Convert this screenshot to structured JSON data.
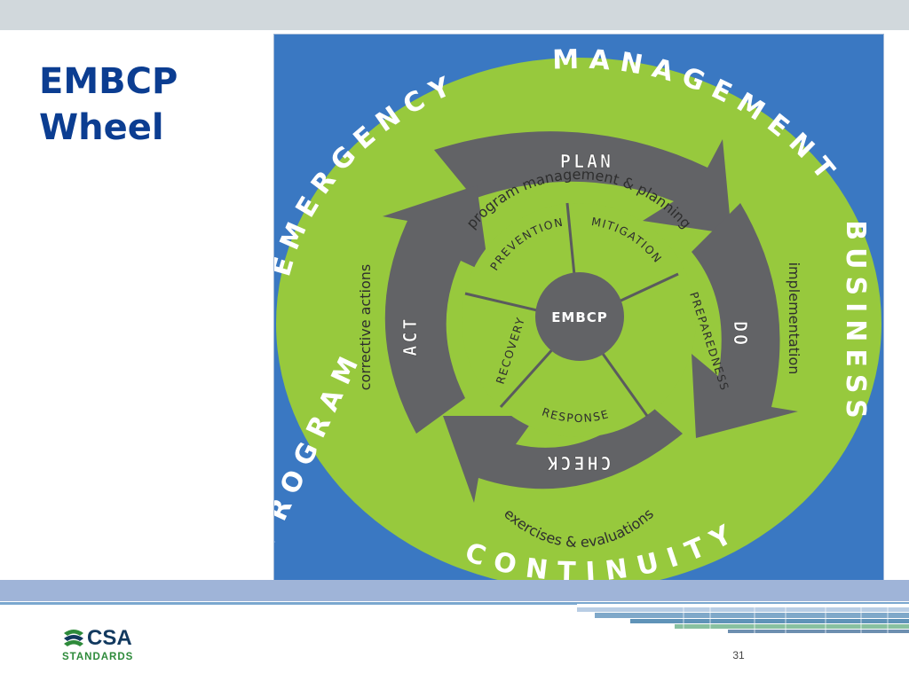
{
  "slide": {
    "title_line1": "EMBCP",
    "title_line2": "Wheel",
    "page_number": "31"
  },
  "logo": {
    "name": "CSA",
    "tagline": "STANDARDS",
    "icon": "csa-swoosh-icon"
  },
  "wheel": {
    "outer_ring": {
      "emergency": "EMERGENCY",
      "management": "MANAGEMENT",
      "business": "BUSINESS",
      "continuity": "CONTINUITY",
      "program": "PROGRAM"
    },
    "band_labels": {
      "plan_activity": "program management & planning",
      "do_activity": "implementation",
      "check_activity": "exercises & evaluations",
      "act_activity": "corrective actions"
    },
    "phases": {
      "plan": "PLAN",
      "do": "DO",
      "check": "CHECK",
      "act": "ACT"
    },
    "inner_segments": {
      "prevention": "PREVENTION",
      "mitigation": "MITIGATION",
      "preparedness": "PREPAREDNESS",
      "response": "RESPONSE",
      "recovery": "RECOVERY"
    },
    "center": "EMBCP"
  },
  "colors": {
    "title": "#0b3d91",
    "frame_blue": "#3a78c2",
    "wheel_green": "#97c93d",
    "arrow_grey": "#626366",
    "ring_letter": "#ffffff"
  }
}
